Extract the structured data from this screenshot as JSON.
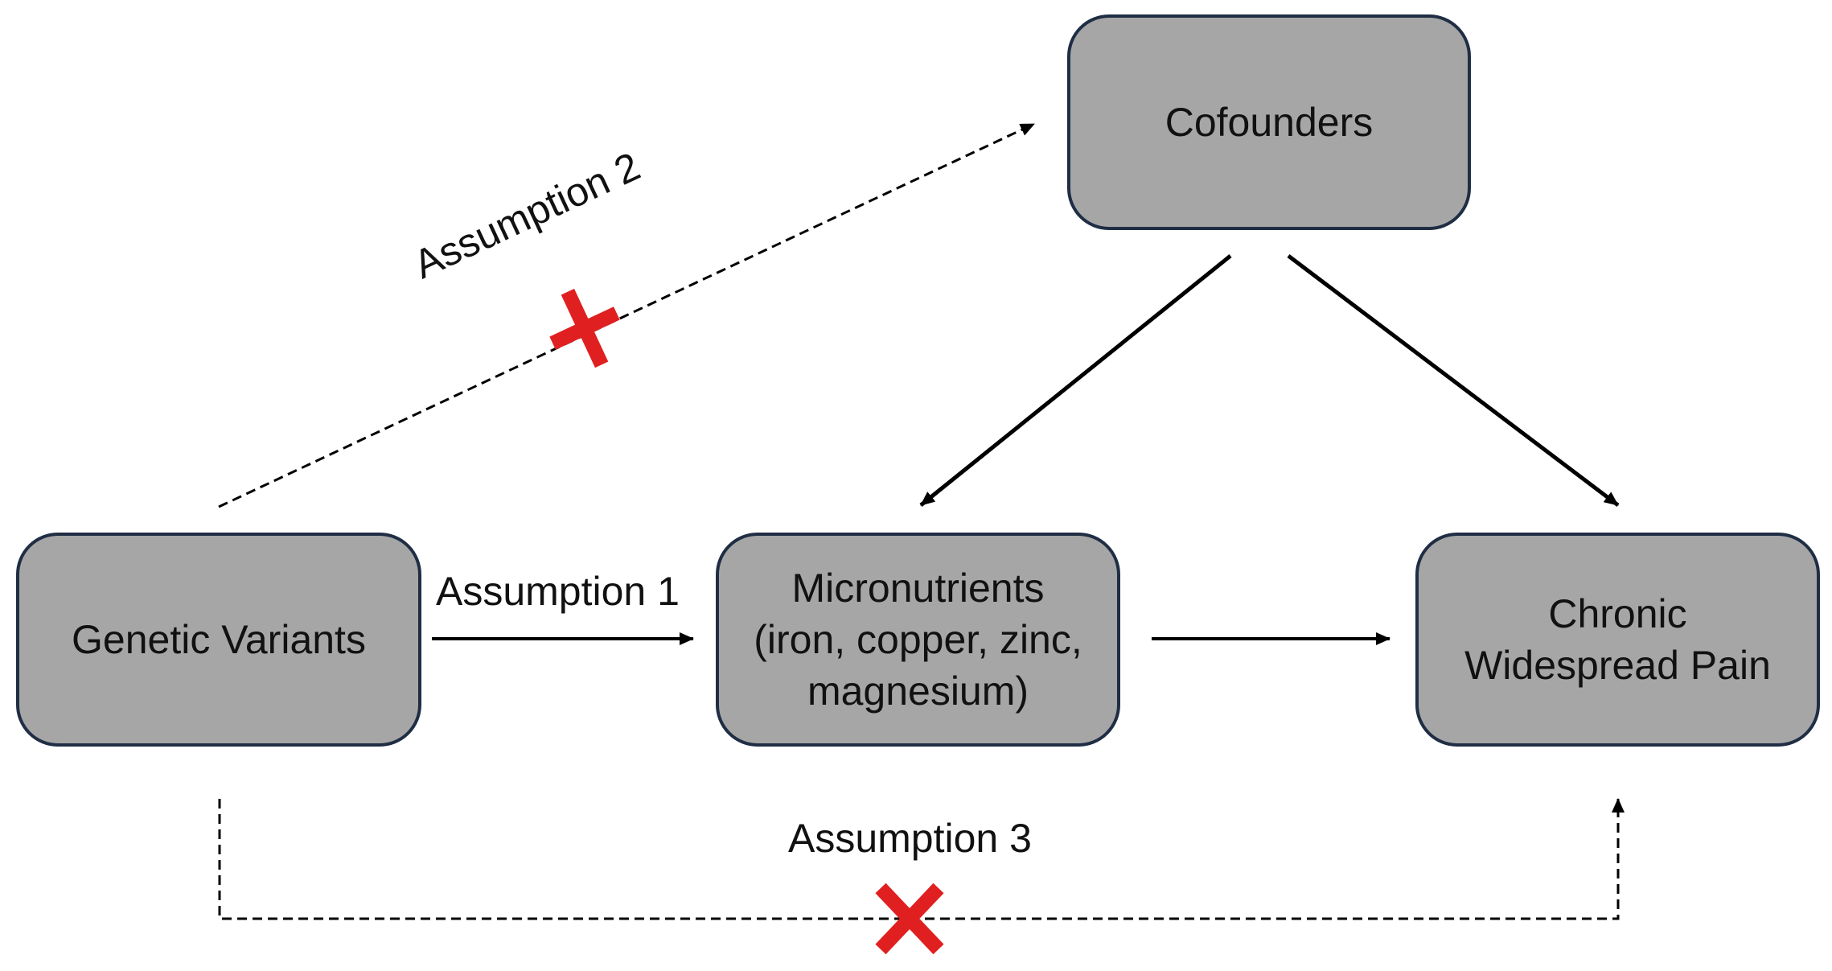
{
  "nodes": {
    "confounders": {
      "label": "Cofounders"
    },
    "genetic_variants": {
      "label": "Genetic Variants"
    },
    "micronutrients": {
      "lines": [
        "Micronutrients",
        "(iron, copper, zinc,",
        "magnesium)"
      ]
    },
    "chronic_pain": {
      "lines": [
        "Chronic",
        "Widespread Pain"
      ]
    }
  },
  "edges": {
    "assumption_1": {
      "label": "Assumption 1",
      "style": "solid"
    },
    "assumption_2": {
      "label": "Assumption 2",
      "style": "dashed",
      "violated": true
    },
    "assumption_3": {
      "label": "Assumption 3",
      "style": "dashed",
      "violated": true
    }
  },
  "colors": {
    "box_fill": "#a6a6a6",
    "box_border": "#1f2e44",
    "arrow": "#000000",
    "violation_mark": "#e02020"
  }
}
